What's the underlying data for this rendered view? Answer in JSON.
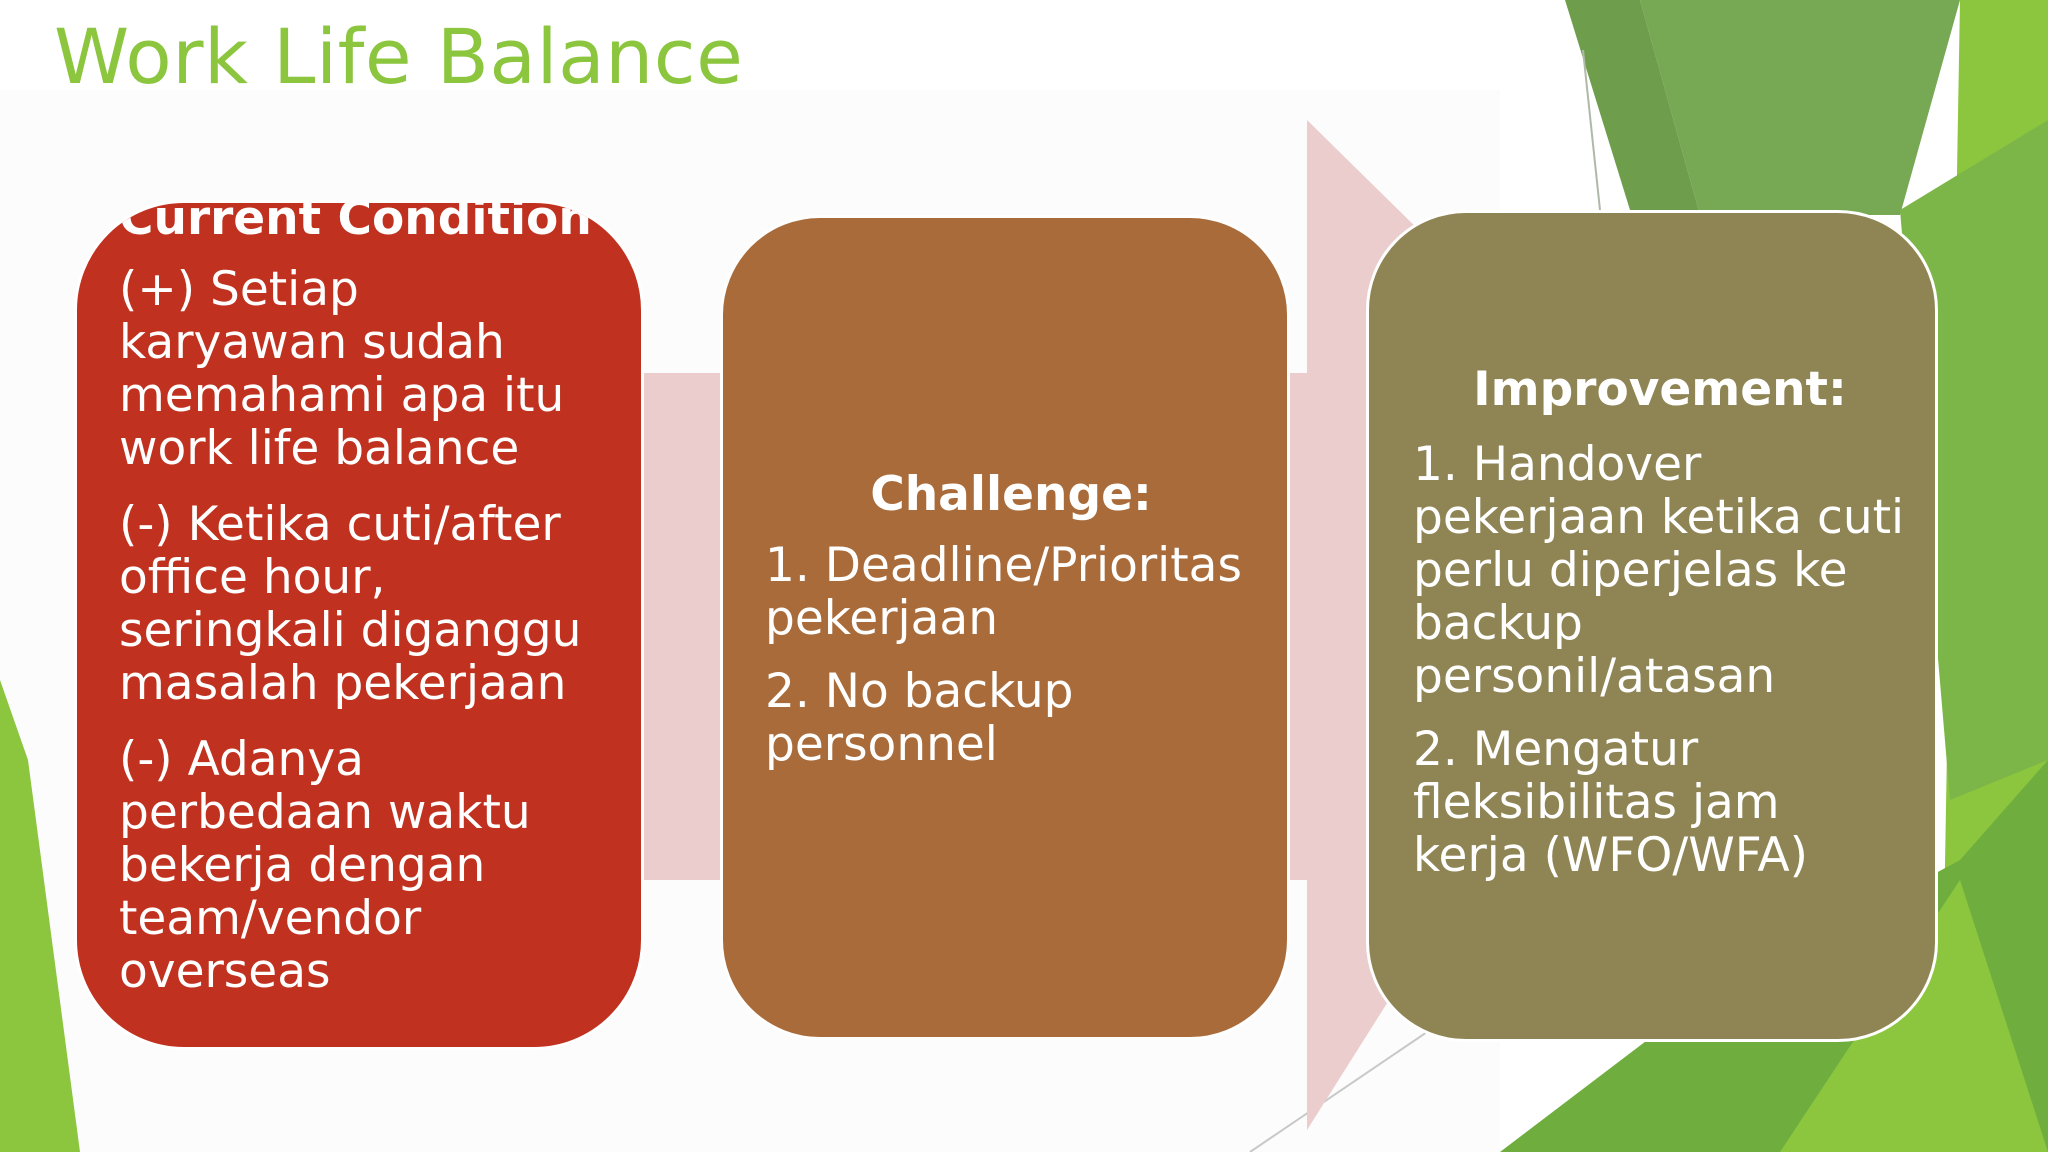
{
  "slide": {
    "title": "Work Life Balance",
    "colors": {
      "title": "#8cc63f",
      "decor_green_light": "#8cc63f",
      "decor_green_dark": "#6aa84f",
      "arrow": "#ebcdcd"
    }
  },
  "current": {
    "heading": "Current Condition :",
    "items": [
      "(+) Setiap karyawan sudah memahami apa itu work life balance",
      "(-) Ketika cuti/after office hour, seringkali diganggu masalah pekerjaan",
      "(-) Adanya perbedaan waktu bekerja dengan team/vendor overseas"
    ],
    "color": "#c0321f"
  },
  "challenge": {
    "heading": "Challenge:",
    "items": [
      "1. Deadline/Prioritas pekerjaan",
      "2. No backup personnel"
    ],
    "color": "#a96b39"
  },
  "improvement": {
    "heading": "Improvement:",
    "items": [
      "1. Handover pekerjaan ketika cuti perlu diperjelas ke backup personil/atasan",
      "2. Mengatur fleksibilitas jam kerja (WFO/WFA)"
    ],
    "color": "#8f8454"
  }
}
